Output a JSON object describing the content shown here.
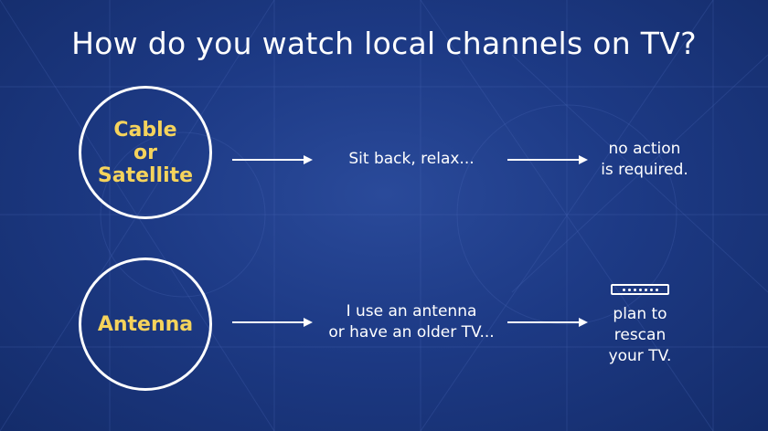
{
  "title": "How do you watch local channels on TV?",
  "rows": [
    {
      "label_lines": [
        "Cable",
        "or",
        "Satellite"
      ],
      "middle_lines": [
        "Sit back, relax..."
      ],
      "result_lines": [
        "no action",
        "is required."
      ]
    },
    {
      "label_lines": [
        "Antenna"
      ],
      "middle_lines": [
        "I use an antenna",
        "or have an older TV..."
      ],
      "result_lines": [
        "plan to",
        "rescan",
        "your TV."
      ]
    }
  ],
  "colors": {
    "background": "#1d3a85",
    "label": "#f5d35c",
    "text": "#ffffff"
  },
  "icons": [
    "arrow-right-icon",
    "tv-device-icon"
  ]
}
